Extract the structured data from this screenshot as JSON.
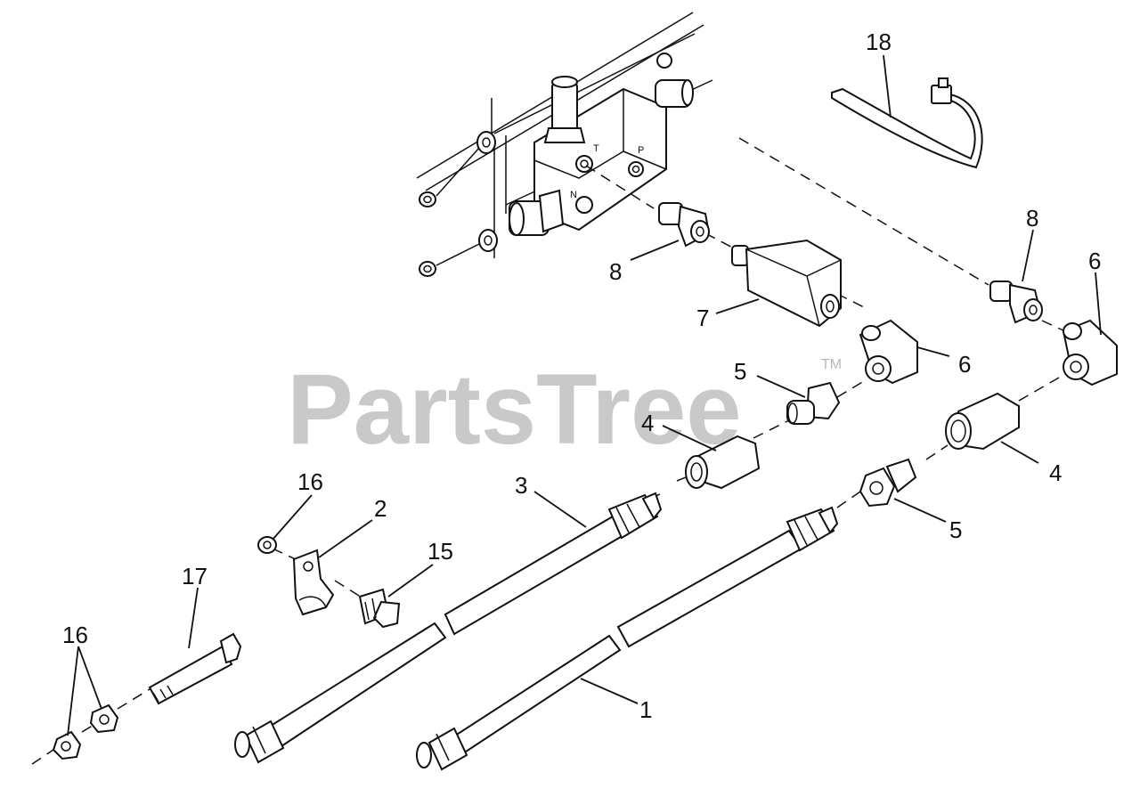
{
  "watermark": {
    "text": "PartsTree",
    "trademark": "TM"
  },
  "callouts": [
    {
      "id": "c18",
      "label": "18"
    },
    {
      "id": "c8a",
      "label": "8"
    },
    {
      "id": "c8b",
      "label": "8"
    },
    {
      "id": "c6a",
      "label": "6"
    },
    {
      "id": "c6b",
      "label": "6"
    },
    {
      "id": "c7",
      "label": "7"
    },
    {
      "id": "c5a",
      "label": "5"
    },
    {
      "id": "c5b",
      "label": "5"
    },
    {
      "id": "c4a",
      "label": "4"
    },
    {
      "id": "c4b",
      "label": "4"
    },
    {
      "id": "c3",
      "label": "3"
    },
    {
      "id": "c2",
      "label": "2"
    },
    {
      "id": "c16a",
      "label": "16"
    },
    {
      "id": "c16b",
      "label": "16"
    },
    {
      "id": "c15",
      "label": "15"
    },
    {
      "id": "c17",
      "label": "17"
    },
    {
      "id": "c1",
      "label": "1"
    }
  ],
  "valve_port_marks": {
    "t": "T",
    "p": "P",
    "n": "N"
  }
}
